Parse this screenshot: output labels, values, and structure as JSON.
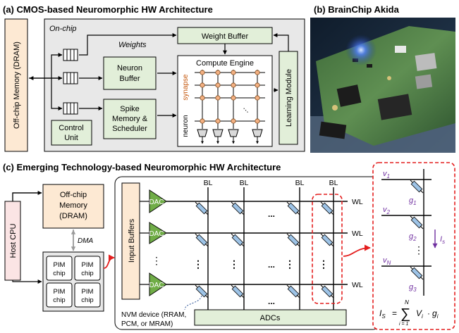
{
  "panel_a": {
    "title": "(a) CMOS-based Neuromorphic HW Architecture",
    "dram_label": "Off-chip Memory (DRAM)",
    "onchip_label": "On-chip",
    "weights_label": "Weights",
    "weight_buffer": "Weight Buffer",
    "compute_engine": "Compute Engine",
    "neuron_buffer": [
      "Neuron",
      "Buffer"
    ],
    "spike_memory": [
      "Spike",
      "Memory &",
      "Scheduler"
    ],
    "control_unit": [
      "Control",
      "Unit"
    ],
    "learning_module": "Learning Module",
    "synapse_label": "synapse",
    "neuron_label": "neuron"
  },
  "panel_b": {
    "title": "(b) BrainChip Akida"
  },
  "panel_c": {
    "title": "(c) Emerging Technology-based Neuromorphic HW Architecture",
    "host_cpu": "Host CPU",
    "offchip_memory": [
      "Off-chip",
      "Memory",
      "(DRAM)"
    ],
    "dma_label": "DMA",
    "pim_chip": [
      "PIM",
      "chip"
    ],
    "input_buffers": "Input Buffers",
    "dac_label": "DAC",
    "bl_label": "BL",
    "wl_label": "WL",
    "dots": "...",
    "vdots": "⋮",
    "adcs": "ADCs",
    "nvm_device": [
      "NVM device (RRAM,",
      "PCM, or MRAM)"
    ],
    "voltages": [
      "v",
      "v",
      "v"
    ],
    "voltage_subs": [
      "1",
      "2",
      "N"
    ],
    "conductances": [
      "g",
      "g",
      "g"
    ],
    "conductance_subs": [
      "1",
      "2",
      "3"
    ],
    "current_label": "I",
    "current_sub": "s",
    "equation": {
      "lhs": "I",
      "lhs_sub": "S",
      "eq": "=",
      "sigma": "∑",
      "upper": "N",
      "lower": "i = 1",
      "term": "V",
      "term_sub": "i",
      "dot": "·",
      "term2": "g",
      "term2_sub": "i"
    }
  },
  "colors": {
    "green_box": "#e2efd9",
    "orange_box": "#fde9d3",
    "pink_box": "#fbe4e4",
    "gray_panel": "#e8e8e8",
    "dac_green": "#70ad47",
    "red_dash": "#e41e1e",
    "purple": "#7030a0",
    "orange_text": "#c55a11",
    "resistor_blue": "#9dc3e6"
  }
}
